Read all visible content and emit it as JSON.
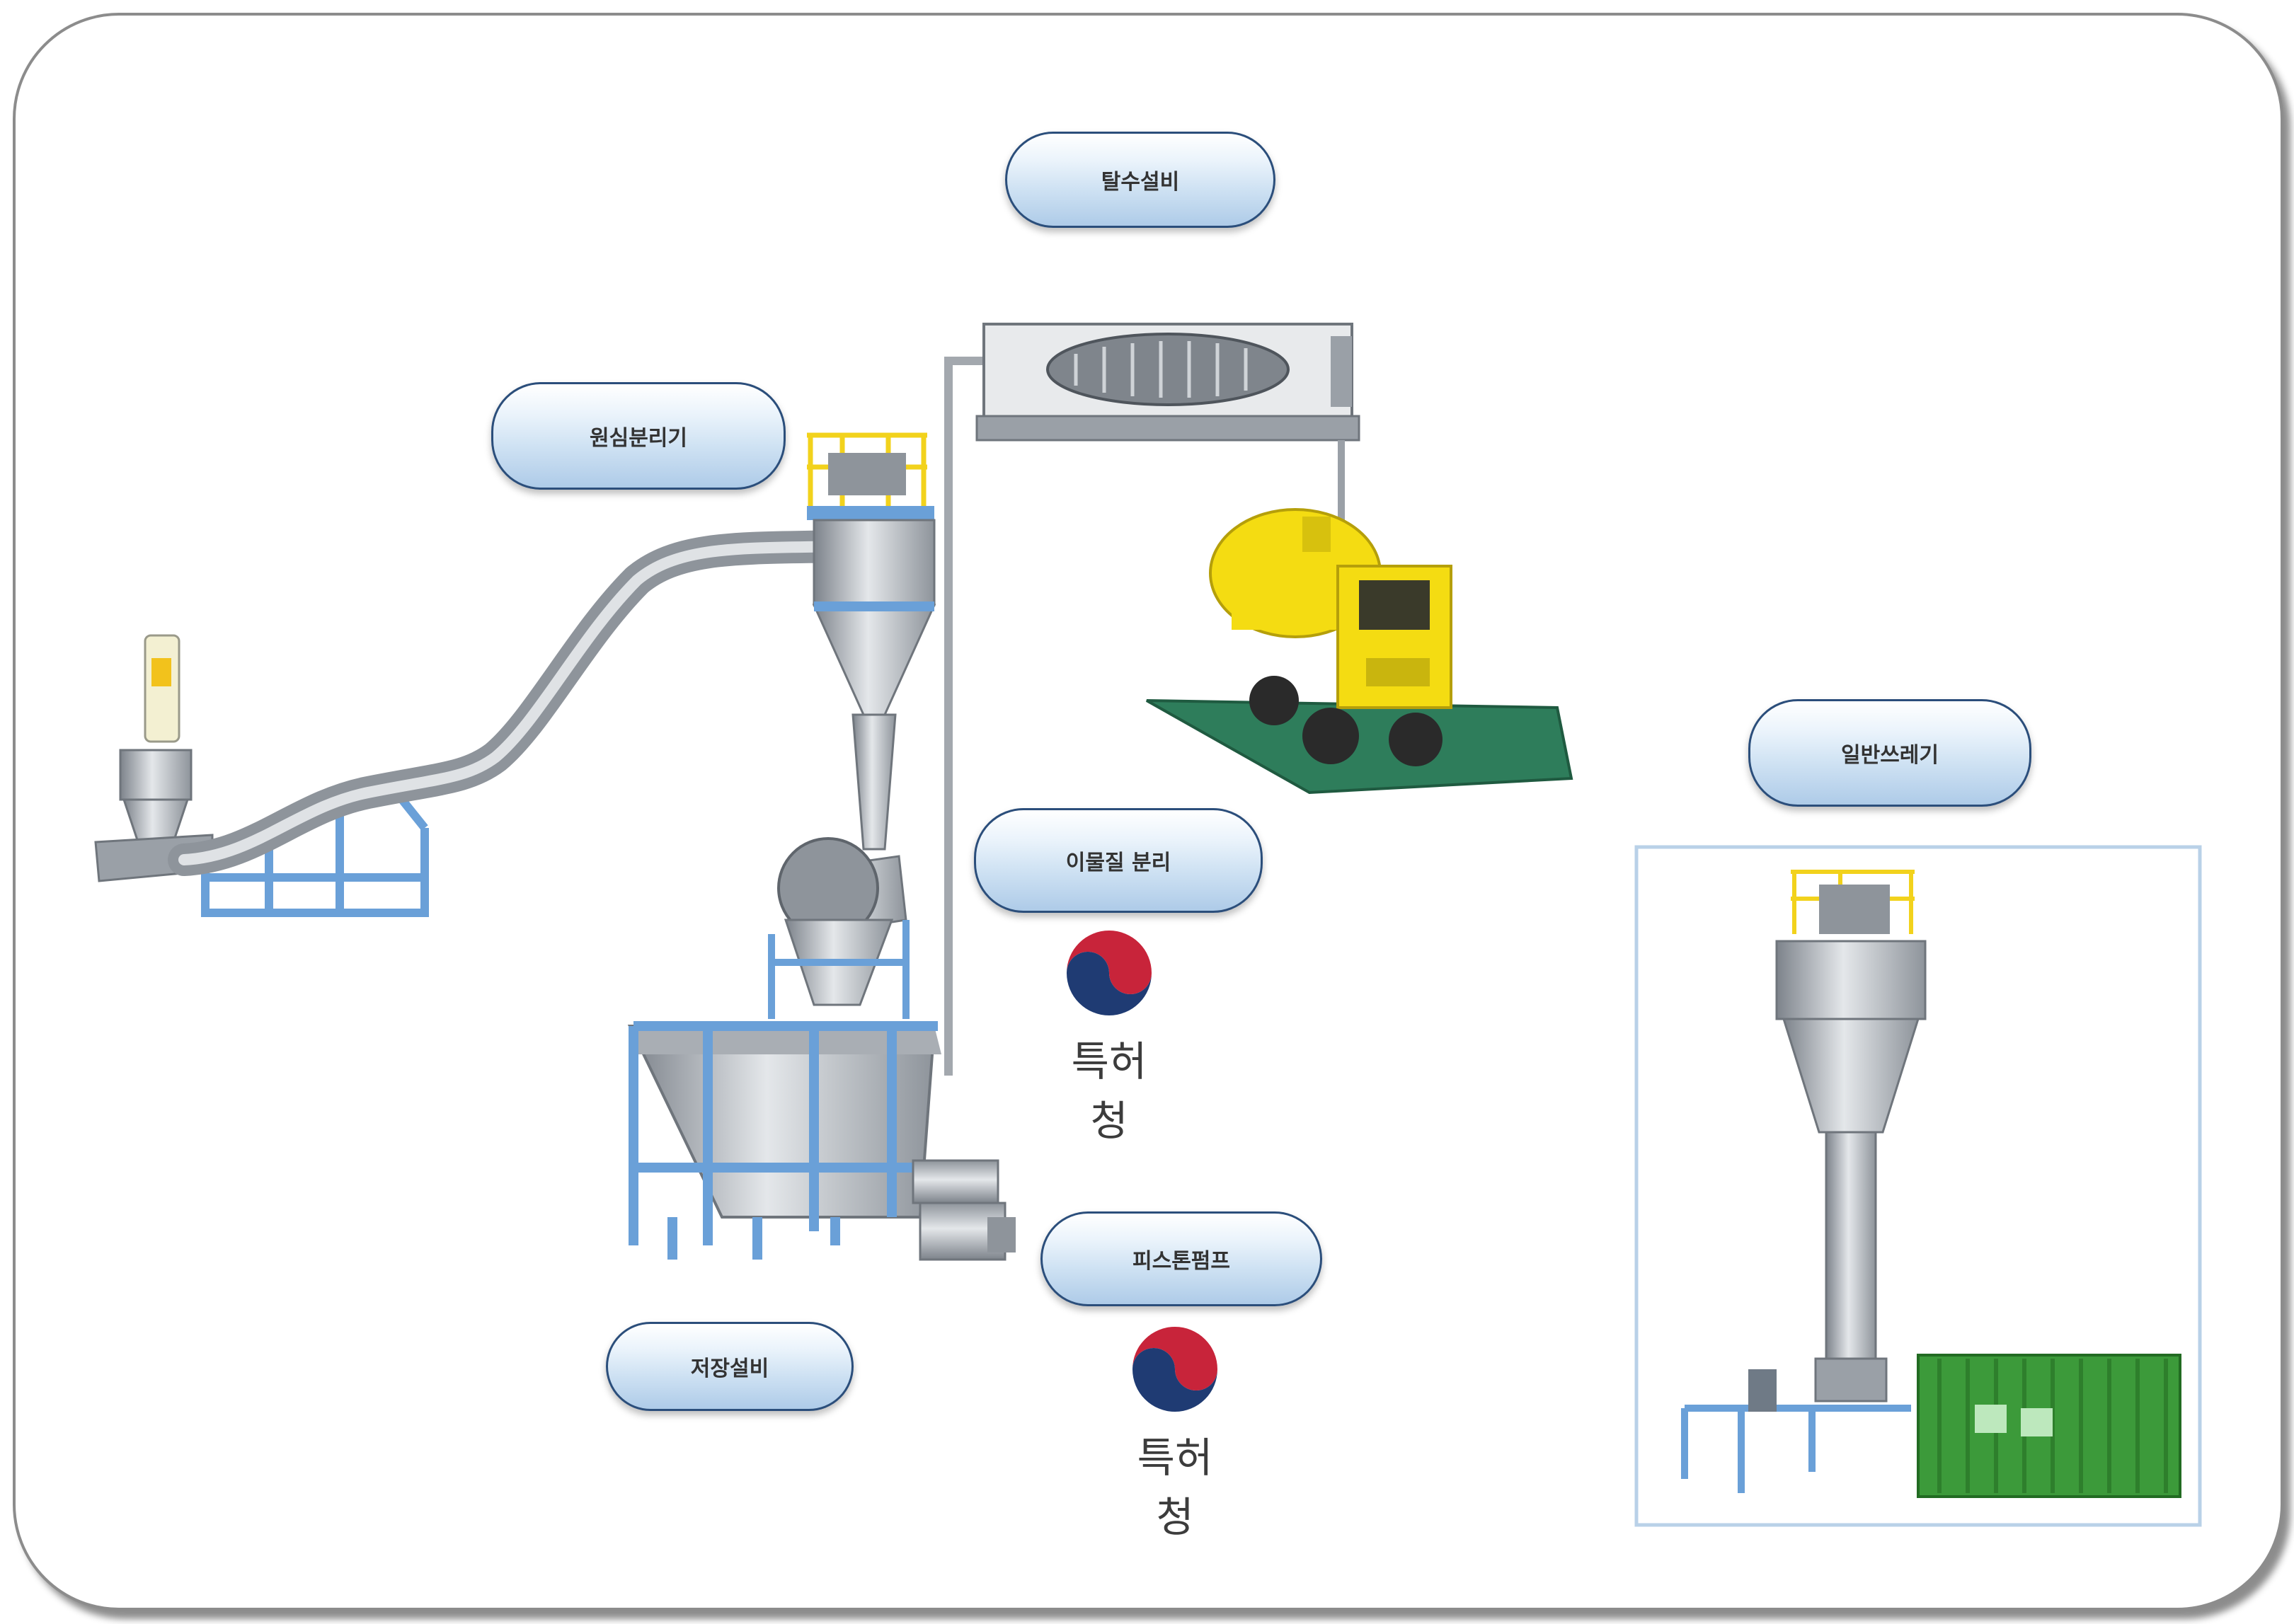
{
  "labels": {
    "dehydration": "탈수설비",
    "centrifuge": "원심분리기",
    "foreign_separation": "이물질 분리",
    "general_waste": "일반쓰레기",
    "piston_pump": "피스톤펌프",
    "storage": "저장설비"
  },
  "patent_office": {
    "text_1": "특허청",
    "text_2": "특허청"
  },
  "colors": {
    "steel": "#b8bcc2",
    "steel_dark": "#7d838b",
    "frame_blue": "#6aa0d8",
    "rail_yellow": "#f2d21c",
    "truck_yellow": "#f4dc12",
    "pad_green": "#2e7d5b",
    "container_green": "#3c9a3a",
    "kipo_red": "#c8243a",
    "kipo_blue": "#1f3b73"
  }
}
